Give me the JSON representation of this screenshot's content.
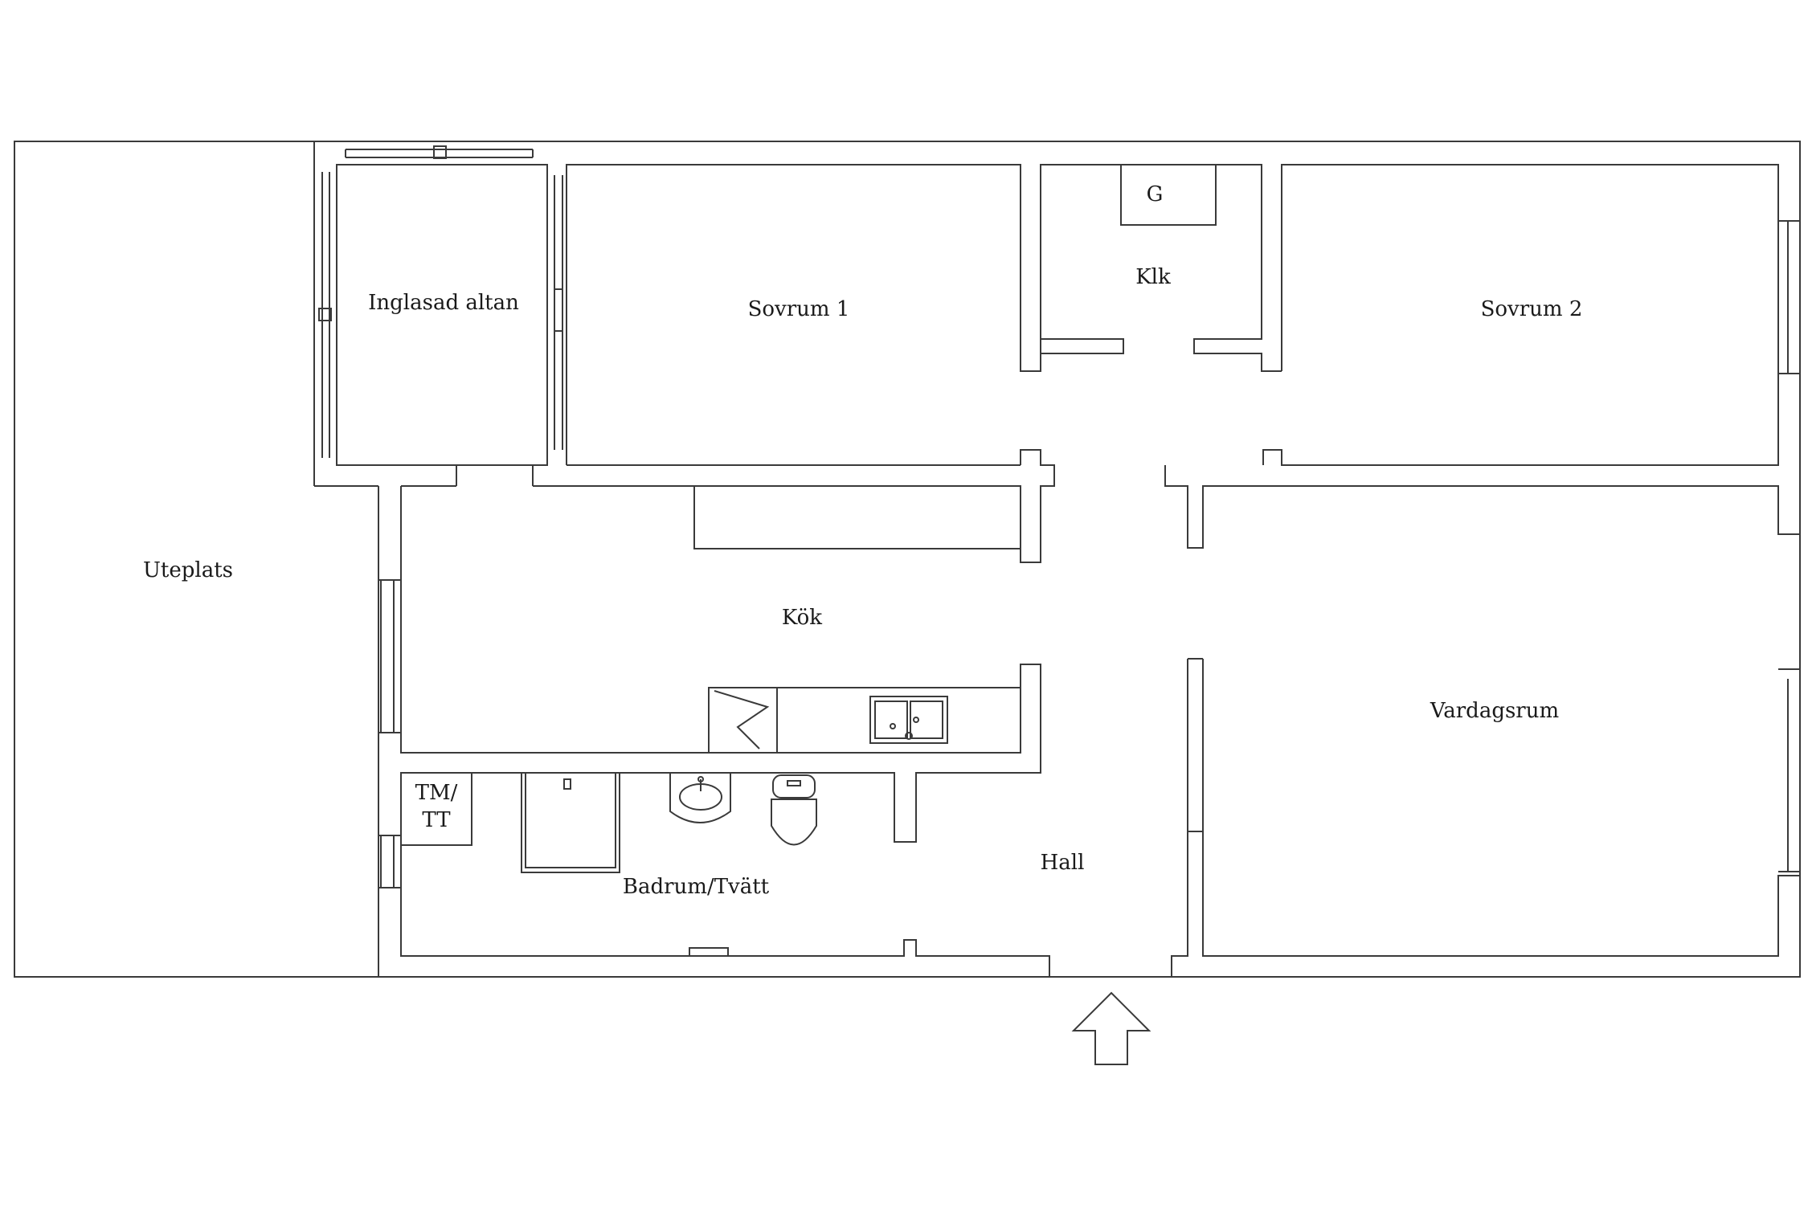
{
  "rooms": {
    "uteplats": "Uteplats",
    "inglasad_altan": "Inglasad altan",
    "sovrum1": "Sovrum 1",
    "klk": "Klk",
    "klk_g": "G",
    "sovrum2": "Sovrum 2",
    "kok": "Kök",
    "vardagsrum": "Vardagsrum",
    "tm_line1": "TM/",
    "tm_line2": "TT",
    "badrum": "Badrum/Tvätt",
    "hall": "Hall"
  },
  "icons": {
    "entrance": "arrow-up-icon",
    "sink": "double-sink-icon",
    "stove": "stove-icon",
    "washbasin": "washbasin-icon",
    "toilet": "toilet-icon",
    "shower": "shower-icon"
  },
  "colors": {
    "line": "#3a3a3a",
    "background": "#ffffff"
  }
}
